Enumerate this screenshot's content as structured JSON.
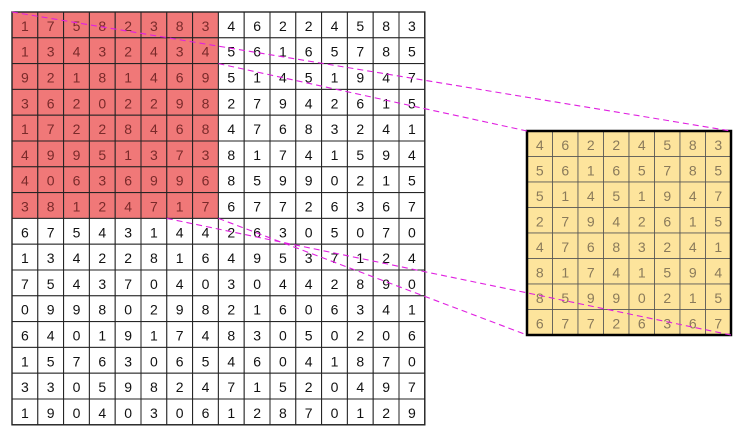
{
  "diagram": {
    "colors": {
      "background": "#ffffff",
      "grid_line": "#222222",
      "highlight_fill": "#f07878",
      "highlight_text": "#7a2a2a",
      "pool_fill": "#fde49c",
      "pool_text": "#8a7a5a",
      "pool_border": "#000000",
      "connector": "#e020e0",
      "text": "#111111"
    },
    "big_grid": {
      "rows": [
        [
          "1",
          "7",
          "5",
          "8",
          "2",
          "3",
          "8",
          "3",
          "4",
          "6",
          "2",
          "2",
          "4",
          "5",
          "8",
          "3"
        ],
        [
          "1",
          "3",
          "4",
          "3",
          "2",
          "4",
          "3",
          "4",
          "5",
          "6",
          "1",
          "6",
          "5",
          "7",
          "8",
          "5"
        ],
        [
          "9",
          "2",
          "1",
          "8",
          "1",
          "4",
          "6",
          "9",
          "5",
          "1",
          "4",
          "5",
          "1",
          "9",
          "4",
          "7"
        ],
        [
          "3",
          "6",
          "2",
          "0",
          "2",
          "2",
          "9",
          "8",
          "2",
          "7",
          "9",
          "4",
          "2",
          "6",
          "1",
          "5"
        ],
        [
          "1",
          "7",
          "2",
          "2",
          "8",
          "4",
          "6",
          "8",
          "4",
          "7",
          "6",
          "8",
          "3",
          "2",
          "4",
          "1"
        ],
        [
          "4",
          "9",
          "9",
          "5",
          "1",
          "3",
          "7",
          "3",
          "8",
          "1",
          "7",
          "4",
          "1",
          "5",
          "9",
          "4"
        ],
        [
          "4",
          "0",
          "6",
          "3",
          "6",
          "9",
          "9",
          "6",
          "8",
          "5",
          "9",
          "9",
          "0",
          "2",
          "1",
          "5"
        ],
        [
          "3",
          "8",
          "1",
          "2",
          "4",
          "7",
          "1",
          "7",
          "6",
          "7",
          "7",
          "2",
          "6",
          "3",
          "6",
          "7"
        ],
        [
          "6",
          "7",
          "5",
          "4",
          "3",
          "1",
          "4",
          "4",
          "2",
          "6",
          "3",
          "0",
          "5",
          "0",
          "7",
          "0"
        ],
        [
          "1",
          "3",
          "4",
          "2",
          "2",
          "8",
          "1",
          "6",
          "4",
          "9",
          "5",
          "3",
          "7",
          "1",
          "2",
          "4"
        ],
        [
          "7",
          "5",
          "4",
          "3",
          "7",
          "0",
          "4",
          "0",
          "3",
          "0",
          "4",
          "4",
          "2",
          "8",
          "9",
          "0"
        ],
        [
          "0",
          "9",
          "9",
          "8",
          "0",
          "2",
          "9",
          "8",
          "2",
          "1",
          "6",
          "0",
          "6",
          "3",
          "4",
          "1"
        ],
        [
          "6",
          "4",
          "0",
          "1",
          "9",
          "1",
          "7",
          "4",
          "8",
          "3",
          "0",
          "5",
          "0",
          "2",
          "0",
          "6"
        ],
        [
          "1",
          "5",
          "7",
          "6",
          "3",
          "0",
          "6",
          "5",
          "4",
          "6",
          "0",
          "4",
          "1",
          "8",
          "7",
          "0"
        ],
        [
          "3",
          "3",
          "0",
          "5",
          "9",
          "8",
          "2",
          "4",
          "7",
          "1",
          "5",
          "2",
          "0",
          "4",
          "9",
          "7"
        ],
        [
          "1",
          "9",
          "0",
          "4",
          "0",
          "3",
          "0",
          "6",
          "1",
          "2",
          "8",
          "7",
          "0",
          "1",
          "2",
          "9"
        ]
      ],
      "highlight": {
        "row_start": 0,
        "row_end": 7,
        "col_start": 0,
        "col_end": 7
      },
      "selected_block": {
        "row_start": 0,
        "row_end": 7,
        "col_start": 8,
        "col_end": 15
      }
    },
    "pooled_grid": {
      "rows": [
        [
          "4",
          "6",
          "2",
          "2",
          "4",
          "5",
          "8",
          "3"
        ],
        [
          "5",
          "6",
          "1",
          "6",
          "5",
          "7",
          "8",
          "5"
        ],
        [
          "5",
          "1",
          "4",
          "5",
          "1",
          "9",
          "4",
          "7"
        ],
        [
          "2",
          "7",
          "9",
          "4",
          "2",
          "6",
          "1",
          "5"
        ],
        [
          "4",
          "7",
          "6",
          "8",
          "3",
          "2",
          "4",
          "1"
        ],
        [
          "8",
          "1",
          "7",
          "4",
          "1",
          "5",
          "9",
          "4"
        ],
        [
          "8",
          "5",
          "9",
          "9",
          "0",
          "2",
          "1",
          "5"
        ],
        [
          "6",
          "7",
          "7",
          "2",
          "6",
          "3",
          "6",
          "7"
        ]
      ]
    }
  }
}
